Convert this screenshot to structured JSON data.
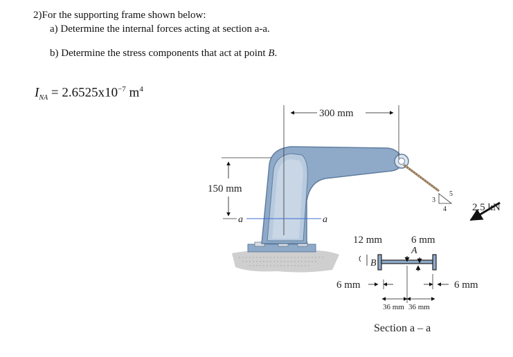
{
  "problem": {
    "title": "2)For the supporting frame shown below:",
    "part_a": "a)  Determine the internal forces acting at section a-a.",
    "part_b_prefix": "b)  Determine the stress components that act at point ",
    "part_b_point": "B",
    "part_b_suffix": "."
  },
  "inertia": {
    "symbol": "I",
    "subscript": "NA",
    "expression": " = 2.6525x10",
    "exponent": "−7",
    "unit": " m",
    "unit_exponent": "4"
  },
  "figure": {
    "dim_horizontal": "300 mm",
    "dim_vertical": "150 mm",
    "section_mark_left": "a",
    "section_mark_right": "a",
    "slope_rise": "3",
    "slope_run": "4",
    "slope_hyp": "5",
    "load": "2.5 kN",
    "colors": {
      "frame": "#8faac8",
      "frame_dark": "#5f7da0",
      "ground": "#c9c9c9",
      "cable": "#8a6d4a"
    }
  },
  "section": {
    "flange_thickness": "12 mm",
    "web_thickness": "6 mm",
    "point_a": "A",
    "point_b": "B",
    "flange_width_left": "6 mm",
    "flange_width_right": "6 mm",
    "half_depth_left": "36 mm",
    "half_depth_right": "36 mm",
    "caption": "Section a – a"
  }
}
